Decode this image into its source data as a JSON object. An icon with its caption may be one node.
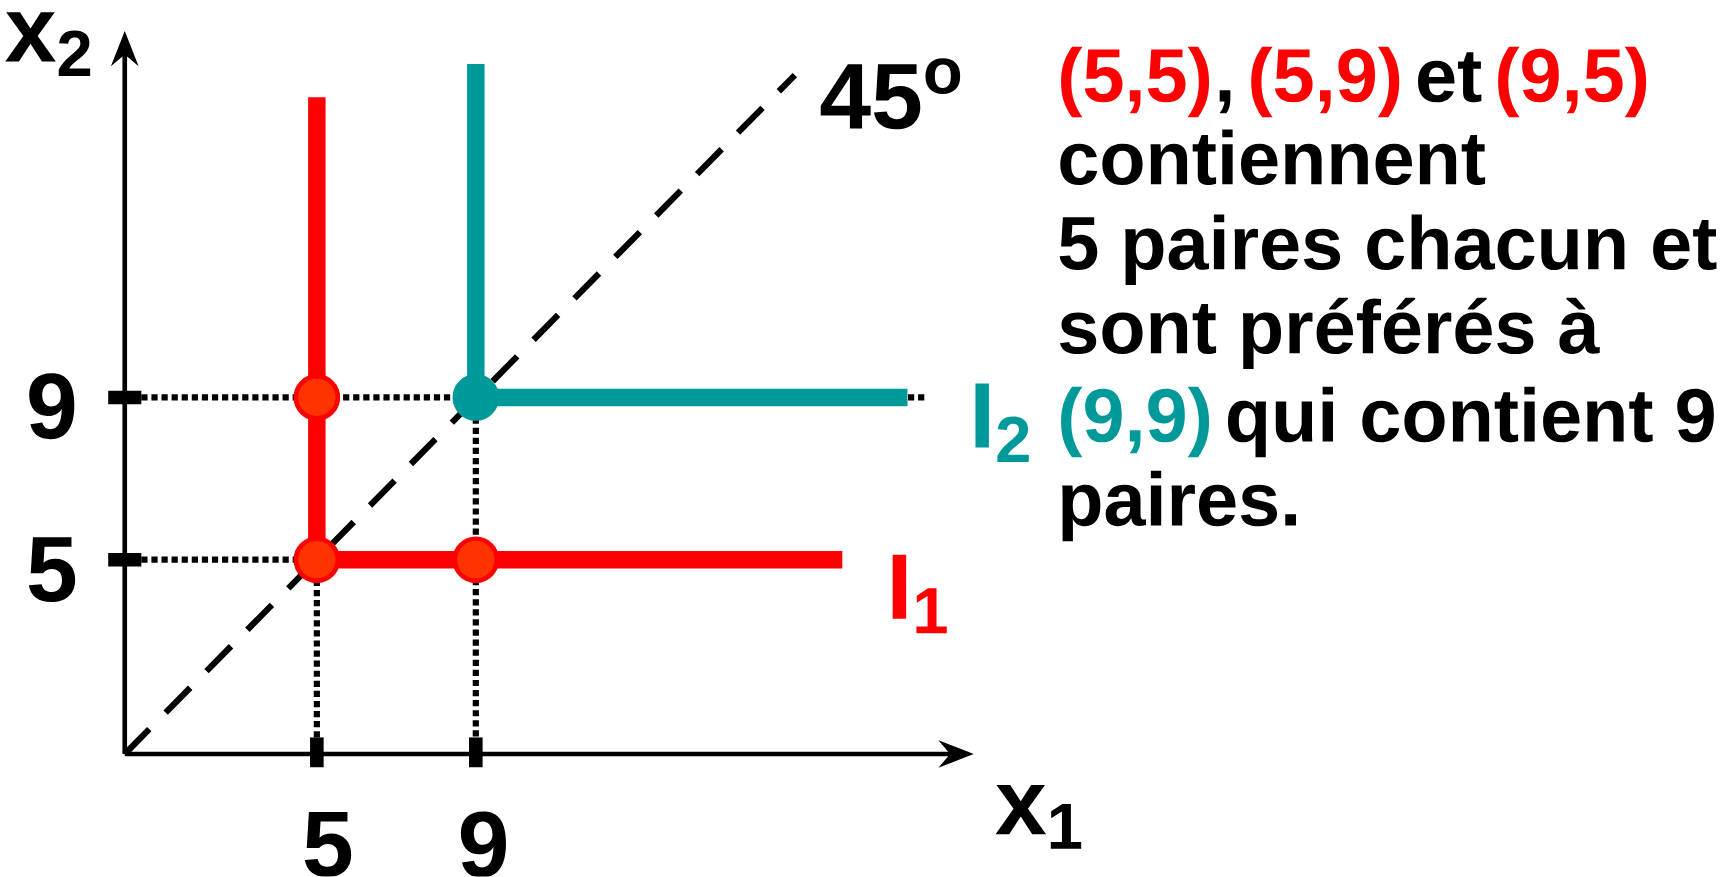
{
  "diagram": {
    "labels": [
      "x$_{2}$",
      "9",
      "5",
      "45$^{o}$",
      "I$_{2}$",
      "I$_{1}$",
      "5",
      "9",
      "x$_{1}$",
      "(5,5)",
      ",",
      "(5,9)",
      "et",
      "(9,5)",
      "contiennent",
      "5 paires chacun et",
      "sont préférés à",
      "(9,9)",
      "qui contient 9",
      "paires."
    ]
  }
}
